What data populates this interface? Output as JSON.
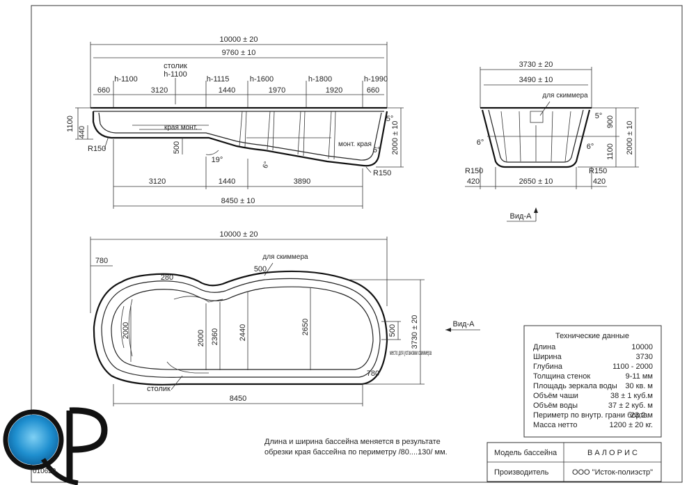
{
  "side_view": {
    "overall_length": "10000 ± 20",
    "inner_length": "9760 ± 10",
    "heights": [
      "h-1100",
      "h-1115",
      "h-1600",
      "h-1800",
      "h-1990"
    ],
    "table_label_top": "столик",
    "table_label_bottom": "h-1100",
    "segments": [
      "660",
      "3120",
      "1440",
      "1970",
      "1920",
      "660"
    ],
    "left_depth": "1100",
    "left_step": "440",
    "left_radius": "R150",
    "step_depth": "500",
    "slope_angle": "19°",
    "wall_angle_small": "6°",
    "wall_angle_right_top": "5°",
    "wall_angle_right": "6°",
    "right_radius": "R150",
    "total_depth": "2000 ± 10",
    "bottom_segments": [
      "3120",
      "1440",
      "3890"
    ],
    "bottom_length": "8450 ± 10",
    "mount_label_1": "края монт.",
    "mount_label_2": "монт. края"
  },
  "end_view": {
    "width_outer": "3730 ± 20",
    "width_inner": "3490 ± 10",
    "skimmer_label": "для скиммера",
    "angle_top": "5°",
    "angle_left": "6°",
    "angle_right": "6°",
    "depth_upper": "900",
    "depth_lower": "1100",
    "total_depth": "2000 ± 10",
    "radius_left": "R150",
    "radius_right": "R150",
    "bottom": [
      "420",
      "2650 ± 10",
      "420"
    ],
    "view_label": "Вид-А"
  },
  "plan_view": {
    "overall_length": "10000 ± 20",
    "rim_780_top": "780",
    "rim_280": "280",
    "rim_500": "500",
    "skimmer_label": "для скиммера",
    "widths": [
      "2000",
      "2000",
      "2360",
      "2440",
      "2650"
    ],
    "right_500": "500",
    "overall_width": "3730 ± 20",
    "view_a": "Вид-А",
    "skimmer_place": "место для установки скиммера",
    "rim_780_bottom": "780",
    "table_label": "столик",
    "bottom_length": "8450"
  },
  "tech_data": {
    "title": "Технические данные",
    "rows": [
      {
        "label": "Длина",
        "value": "10000"
      },
      {
        "label": "Ширина",
        "value": "3730"
      },
      {
        "label": "Глубина",
        "value": "1100 - 2000"
      },
      {
        "label": "Толщина стенок",
        "value": "9-11 мм"
      },
      {
        "label": "Площадь зеркала воды",
        "value": "30 кв. м"
      },
      {
        "label": "Объём чаши",
        "value": "38 ± 1 куб.м"
      },
      {
        "label": "Объём воды",
        "value": "37 ± 2 куб. м"
      },
      {
        "label": "Периметр по внутр. грани борта",
        "value": "23,2 м"
      },
      {
        "label": "Масса нетто",
        "value": "1200 ± 20 кг."
      }
    ]
  },
  "note": "Длина и ширина бассейна меняется в результате обрезки края бассейна по периметру /80....130/ мм.",
  "title_block": {
    "model_label": "Модель бассейна",
    "model_value": "В А Л О Р И С",
    "maker_label": "Производитель",
    "maker_value": "ООО \"Исток-полиэстр\""
  },
  "logo": {
    "letters": "QP",
    "code": "010620"
  },
  "colors": {
    "line": "#222222",
    "logo_water": "#1f8fcf",
    "logo_dark": "#111111"
  }
}
